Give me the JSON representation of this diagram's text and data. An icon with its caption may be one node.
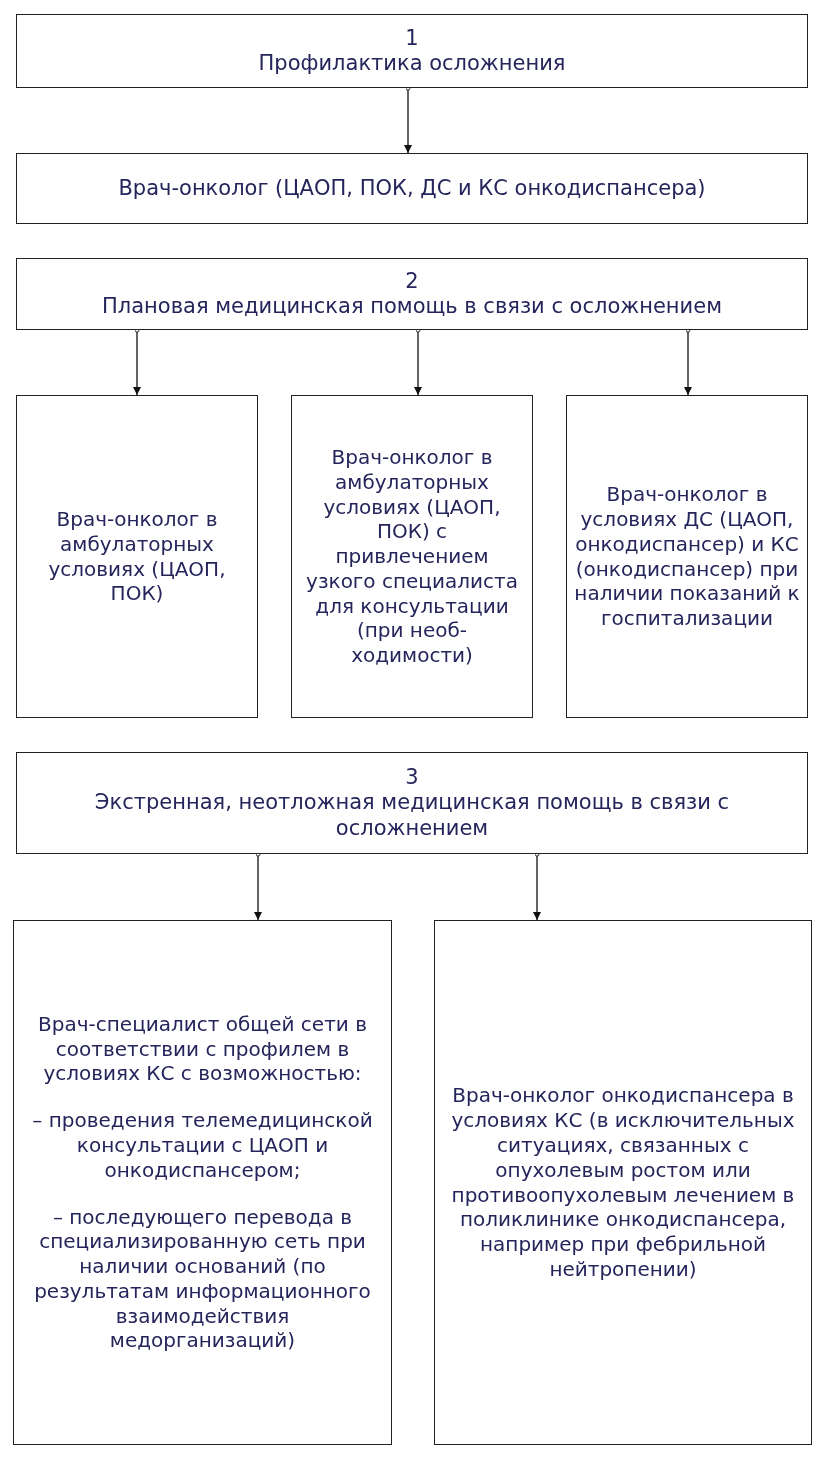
{
  "diagram": {
    "nodes": [
      {
        "text": [
          "1",
          "Профилактика осложнения"
        ]
      },
      {
        "text": [
          "Врач-онколог (ЦАОП, ПОК, ДС и КС онкодиспансера)"
        ]
      },
      {
        "text": [
          "2",
          "Плановая медицинская помощь в связи с осложнением"
        ]
      },
      {
        "text": [
          "Врач-онколог в амбулаторных условиях (ЦАОП, ПОК)"
        ]
      },
      {
        "text": [
          "Врач-онколог в амбулаторных условиях (ЦАОП, ПОК) с привлечением узкого специалиста для консультации (при необ- ходимости)"
        ]
      },
      {
        "text": [
          "Врач-онколог в условиях ДС (ЦАОП, онкодиспансер) и КС (онкодиспансер) при наличии показаний к госпитализации"
        ]
      },
      {
        "text": [
          "3",
          "Экстренная, неотложная медицинская помощь в связи с осложнением"
        ]
      },
      {
        "text": [
          "Врач-специалист общей сети в соответствии с профилем в условиях КС с возможностью:",
          "– проведения телемедицинской консультации с ЦАОП и онкодиспансером;",
          "– последующего перевода в специализированную сеть при наличии оснований (по результатам информационного взаимодействия медорганизаций)"
        ]
      },
      {
        "text": [
          "Врач-онколог онкодиспансера в условиях КС (в исключительных ситуациях, связанных с опухолевым ростом или противоопухолевым лечением в поликлинике онкодиспансера, например при фебрильной нейтропении)"
        ]
      }
    ],
    "edges": [
      {
        "from": 0,
        "to": 1,
        "arrow": "to"
      },
      {
        "from": 2,
        "to": 3,
        "arrow": "to"
      },
      {
        "from": 2,
        "to": 4,
        "arrow": "to"
      },
      {
        "from": 2,
        "to": 5,
        "arrow": "to"
      },
      {
        "from": 6,
        "to": 7,
        "arrow": "to"
      },
      {
        "from": 6,
        "to": 8,
        "arrow": "to"
      }
    ]
  }
}
